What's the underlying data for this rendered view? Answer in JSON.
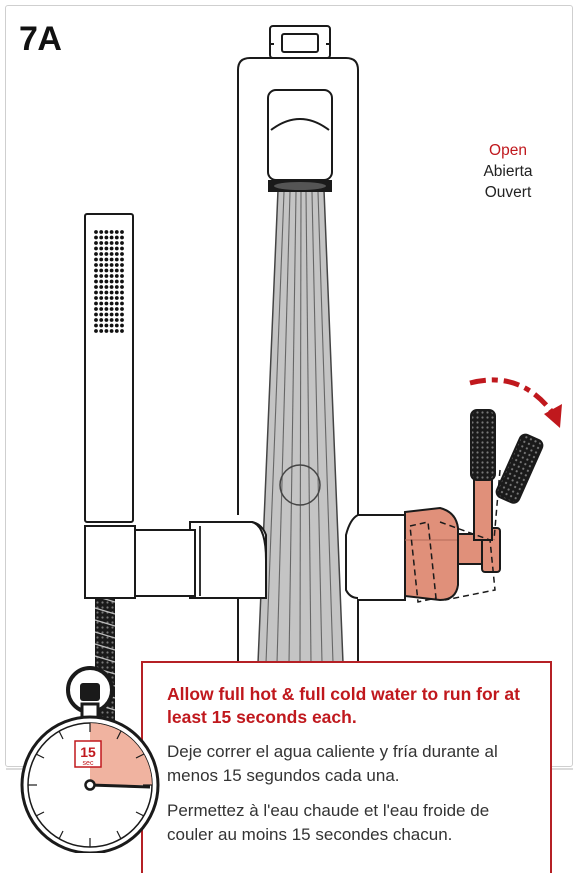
{
  "step": {
    "label": "7A"
  },
  "handle_state": {
    "english": "Open",
    "spanish": "Abierta",
    "french": "Ouvert"
  },
  "instruction": {
    "heading": "Allow full hot & full cold water to run for at least 15 seconds each.",
    "spanish": "Deje correr el agua caliente y fría durante al menos 15 segundos cada una.",
    "french": "Permettez à l'eau chaude et l'eau froide de couler au moins 15 secondes chacun."
  },
  "timer": {
    "value": "15",
    "unit": "sec"
  },
  "colors": {
    "accent_red": "#c0181d",
    "copper": "#e0907a",
    "water": "#c4c4c4"
  }
}
